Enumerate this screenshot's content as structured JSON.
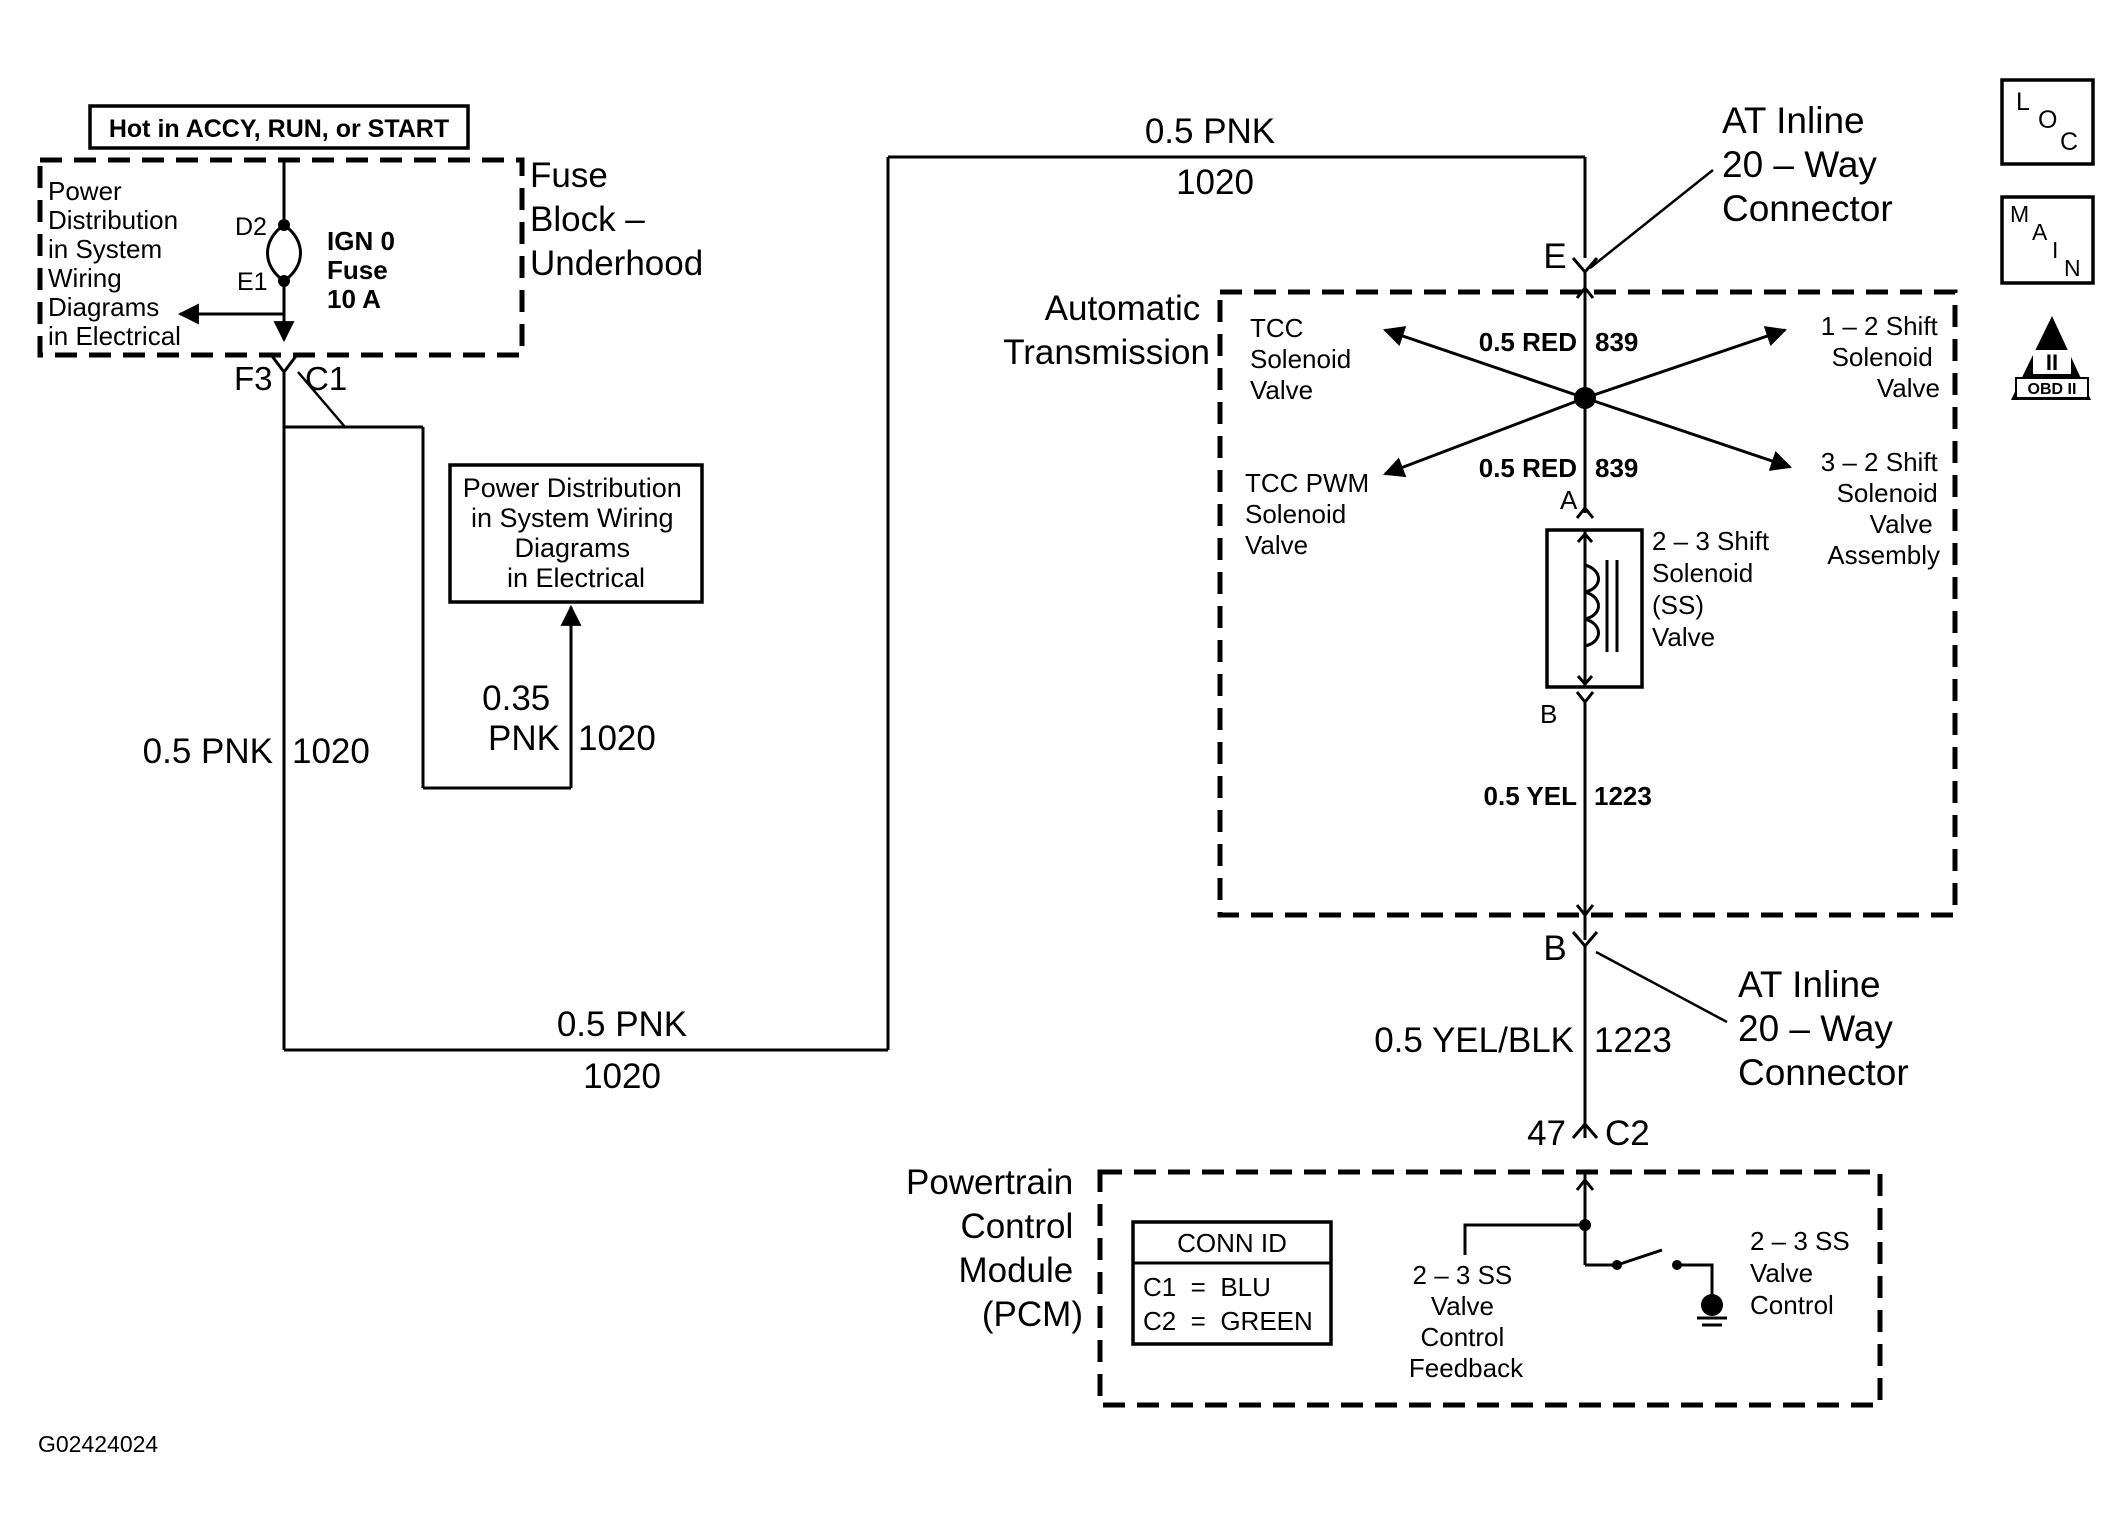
{
  "fuse_block": {
    "hot_label": "Hot in ACCY, RUN, or START",
    "title_lines": [
      "Fuse",
      "Block –",
      "Underhood"
    ],
    "power_dist_lines": [
      "Power",
      "Distribution",
      "in System",
      "Wiring",
      "Diagrams",
      "in Electrical"
    ],
    "pin_d2": "D2",
    "pin_e1": "E1",
    "fuse_lines": [
      "IGN 0",
      "Fuse",
      "10 A"
    ],
    "conn_pin": "F3",
    "conn_id": "C1"
  },
  "power_dist_box": {
    "lines": [
      "Power Distribution",
      "in System Wiring",
      "Diagrams",
      "in Electrical"
    ]
  },
  "wires": {
    "branch_gauge_lines": [
      "0.35",
      "PNK"
    ],
    "branch_circuit": "1020",
    "left_gauge": "0.5 PNK",
    "left_circuit": "1020",
    "bottom_gauge": "0.5 PNK",
    "bottom_circuit": "1020",
    "top_gauge": "0.5 PNK",
    "top_circuit": "1020",
    "red_upper_gauge": "0.5 RED",
    "red_upper_circuit": "839",
    "red_lower_gauge": "0.5 RED",
    "red_lower_circuit": "839",
    "yel_gauge": "0.5 YEL",
    "yel_circuit": "1223",
    "yelblk_gauge": "0.5 YEL/BLK",
    "yelblk_circuit": "1223"
  },
  "connector_top": {
    "lines": [
      "AT Inline",
      "20 – Way",
      "Connector"
    ],
    "pin": "E"
  },
  "connector_bottom": {
    "lines": [
      "AT Inline",
      "20 – Way",
      "Connector"
    ],
    "pin": "B"
  },
  "transmission": {
    "title_lines": [
      "Automatic",
      "Transmission"
    ],
    "tcc_lines": [
      "TCC",
      "Solenoid",
      "Valve"
    ],
    "tcc_pwm_lines": [
      "TCC PWM",
      "Solenoid",
      "Valve"
    ],
    "shift12_lines": [
      "1 – 2 Shift",
      "Solenoid",
      "Valve"
    ],
    "shift32_lines": [
      "3 – 2 Shift",
      "Solenoid",
      "Valve",
      "Assembly"
    ],
    "ss_lines": [
      "2 – 3 Shift",
      "Solenoid",
      "(SS)",
      "Valve"
    ],
    "pin_a": "A",
    "pin_b": "B"
  },
  "pcm": {
    "title_lines": [
      "Powertrain",
      "Control",
      "Module",
      "(PCM)"
    ],
    "conn_pin": "47",
    "conn_id": "C2",
    "conn_id_title": "CONN ID",
    "conn_id_rows": [
      "C1  =  BLU",
      "C2  =  GREEN"
    ],
    "feedback_lines": [
      "2 – 3 SS",
      "Valve",
      "Control",
      "Feedback"
    ],
    "control_lines": [
      "2 – 3 SS",
      "Valve",
      "Control"
    ]
  },
  "badges": {
    "loc": [
      "L",
      "O",
      "C"
    ],
    "main": [
      "M",
      "A",
      "I",
      "N"
    ],
    "obd": [
      "II",
      "OBD II"
    ]
  },
  "figure_id": "G02424024"
}
